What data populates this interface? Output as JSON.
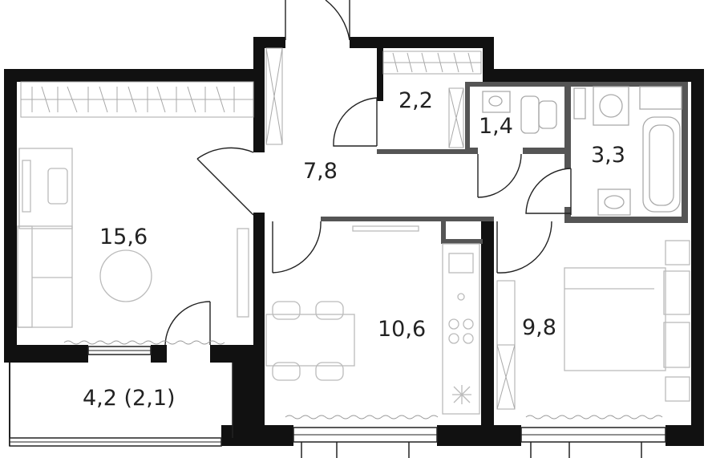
{
  "rooms": {
    "living": {
      "area": "15,6"
    },
    "hall": {
      "area": "7,8"
    },
    "storage": {
      "area": "2,2"
    },
    "toilet": {
      "area": "1,4"
    },
    "bathroom": {
      "area": "3,3"
    },
    "kitchen": {
      "area": "10,6"
    },
    "bedroom": {
      "area": "9,8"
    },
    "balcony": {
      "area": "4,2 (2,1)"
    }
  },
  "colors": {
    "wall": "#111111",
    "partition": "#555555",
    "line": "#9a9a9a",
    "furniture": "#bdbdbd",
    "text": "#222222"
  }
}
